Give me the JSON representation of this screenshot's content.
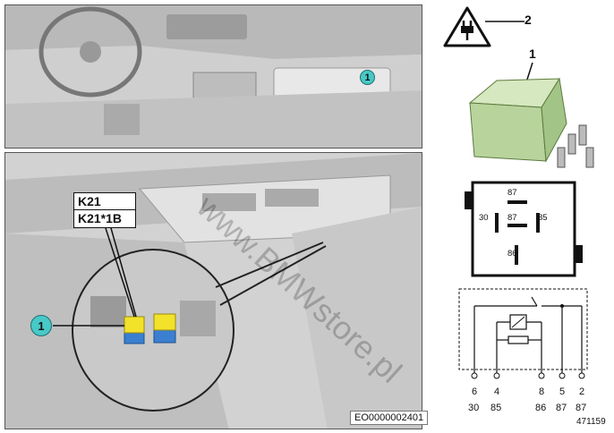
{
  "callouts": {
    "top": "1",
    "bottom": "1"
  },
  "labels": {
    "k21": "K21",
    "k21_1b": "K21*1B"
  },
  "doc_id": "EO0000002401",
  "watermark": "www.BMWstore.pl",
  "parts": {
    "fuse_symbol_number": "2",
    "relay_number": "1"
  },
  "pinout": {
    "p87_top": "87",
    "p30": "30",
    "p87_center": "87",
    "p85": "85",
    "p86": "86"
  },
  "schematic": {
    "terminals": [
      "6",
      "4",
      "8",
      "5",
      "2"
    ],
    "functions": [
      "30",
      "85",
      "86",
      "87",
      "87"
    ]
  },
  "ref_number": "471159",
  "colors": {
    "callout": "#47c9c7",
    "relay_body": "#b8d49c",
    "relay_yellow": "#f2e22a",
    "relay_blue": "#3a7fd0"
  }
}
